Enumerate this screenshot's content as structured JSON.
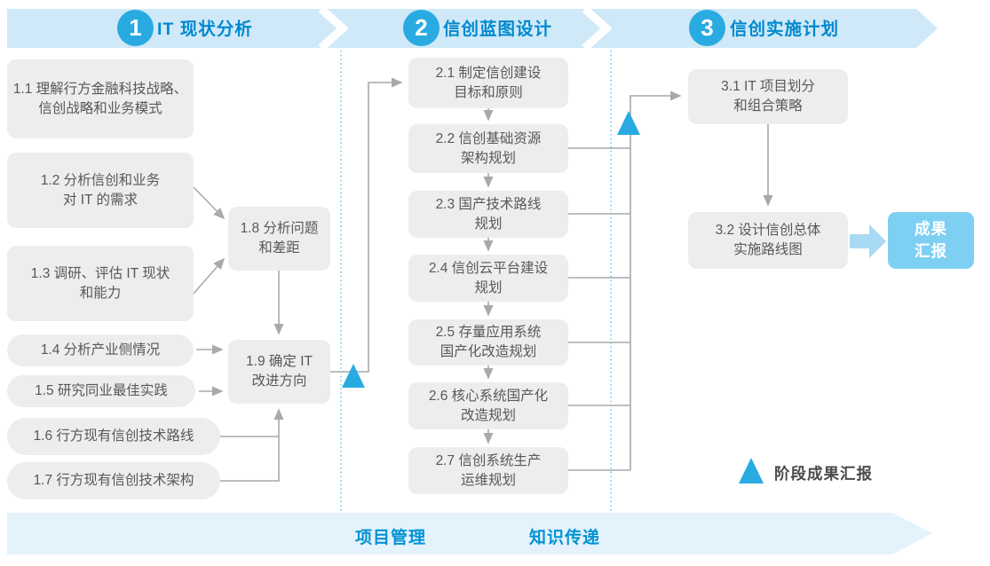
{
  "colors": {
    "accent": "#29abe2",
    "band": "#cfe9f8",
    "band_light": "#e4f2fb",
    "phase_title": "#0089cf",
    "box_bg": "#ededed",
    "box_text": "#57585a",
    "line": "#a7a9ac",
    "result_bg": "#7ed0f3",
    "bottom_text": "#0093d5",
    "legend_text": "#4a4a4d",
    "thick_arrow": "#a9daf3"
  },
  "phases": [
    {
      "number": "1",
      "title": "IT 现状分析"
    },
    {
      "number": "2",
      "title": "信创蓝图设计"
    },
    {
      "number": "3",
      "title": "信创实施计划"
    }
  ],
  "phase1": {
    "b11": "1.1 理解行方金融科技战略、\n信创战略和业务模式",
    "b12": "1.2 分析信创和业务\n对 IT 的需求",
    "b13": "1.3 调研、评估 IT 现状\n和能力",
    "b14": "1.4 分析产业侧情况",
    "b15": "1.5 研究同业最佳实践",
    "b16": "1.6 行方现有信创技术路线",
    "b17": "1.7 行方现有信创技术架构",
    "b18": "1.8 分析问题\n和差距",
    "b19": "1.9 确定 IT\n改进方向"
  },
  "phase2": {
    "b21": "2.1 制定信创建设\n目标和原则",
    "b22": "2.2 信创基础资源\n架构规划",
    "b23": "2.3 国产技术路线\n规划",
    "b24": "2.4 信创云平台建设\n规划",
    "b25": "2.5 存量应用系统\n国产化改造规划",
    "b26": "2.6 核心系统国产化\n改造规划",
    "b27": "2.7 信创系统生产\n运维规划"
  },
  "phase3": {
    "b31": "3.1 IT 项目划分\n和组合策略",
    "b32": "3.2 设计信创总体\n实施路线图",
    "result": "成果\n汇报"
  },
  "legend": {
    "label": "阶段成果汇报"
  },
  "bottom": {
    "left": "项目管理",
    "right": "知识传递"
  }
}
